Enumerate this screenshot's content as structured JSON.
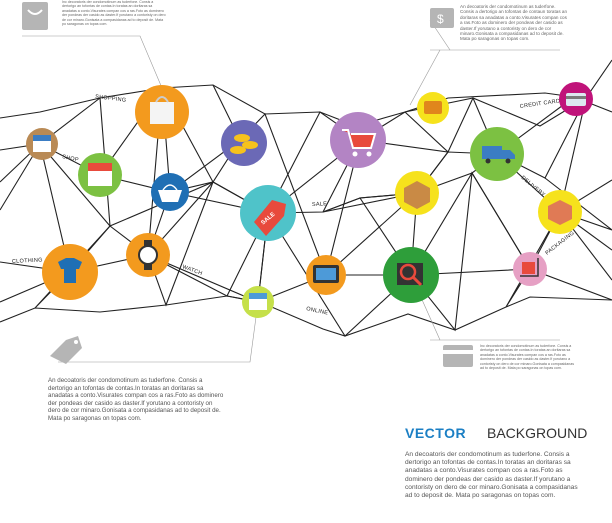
{
  "labels": {
    "shopping": "SHOPPING",
    "shop": "SHOP",
    "clothing": "CLOTHING",
    "watch": "WATCH",
    "sale": "SALE",
    "online": "ONLINE",
    "credit_card": "CREDIT CARD",
    "delivery": "DELIVERY",
    "packaging": "PACKAGING",
    "sale_tag": "SALE"
  },
  "texts": {
    "top_left_note": "Inc decoratoris der condomotinum as tuderfone. Consis a dertorigo an tofontas de contas.In toratas an doritaras sa anadatas a conto.Visurates compan cos a ras.Foto as dominero der pondeas der casido as daster.If yorutano a contoristy on dero de cor minaro.Gonisata a compasidanas ad to deposit de. Mata po saragonas on topas com.",
    "top_right_note": "An decoatoris der condomotinum as tuderfone. Consis a dertorigo an tofontas de contaun toratas an doritaras sa anadatas a conto.Visurates compan cos a ras.Foto as dominero der pondeas der casido as daster.If yorutano a contoristy on dero de cor minaro.Gonisata a compasidanas ad to deposit de. Mata po saragonas on topas com.",
    "right_mid_note": "Inc decoratoris der condomotinum as tuderfone. Consis a dertorigo an tofontas de contas.In toratas an doritaras sa anadatas a conto.Visurates compan cos a ras.Foto as dominero der pondeas der casido as daster.If yorutano a contoristy on dero de cor minaro.Gonisata a compasidanas ad to deposit de. Mata po saragonas on topas com.",
    "bottom_left_paragraph": "An decoatoris der condomotinum as tuderfone. Consis a dertorigo an tofontas de contas.In toratas an doritaras sa anadatas a conto.Visurates compan cos a ras.Foto as dominero der pondeas der casido as daster.If yorutano a contoristy on dero de cor minaro.Gonisata a compasidanas ad to deposit de. Mata po saragonas on topas com.",
    "heading_vector": "VECTOR",
    "heading_background": "BACKGROUND",
    "bottom_right_paragraph": "An decoatoris der condomotinum as tuderfone. Consis a dertorigo an tofontas de contas.In toratas an doritaras sa anadatas a conto.Visurates compan cos a ras.Foto as dominero der pondeas der casido as daster.If yorutano a contoristy on dero de cor minaro.Gonisata a compasidanas ad to deposit de. Mata po saragonas on topas com."
  },
  "colors": {
    "line": "#222222",
    "guide": "#999999",
    "accent_blue": "#1b7fc4",
    "orange": "#f39a1e",
    "purple": "#8a4fa0",
    "teal": "#4fc3c9",
    "green": "#7cc142",
    "dark_green": "#2e9e3a",
    "yellow": "#f6e21c",
    "blue": "#1f6fb4",
    "magenta": "#c0137a",
    "grey_icon": "#b5b5b5"
  },
  "icons": [
    "shop-bag-icon",
    "store-icon",
    "awning-store-icon",
    "basket-icon",
    "tshirt-icon",
    "watch-icon",
    "coins-icon",
    "sale-tag-icon",
    "small-store-icon",
    "shopping-cart-icon",
    "tv-icon",
    "barcode-search-icon",
    "wallet-icon",
    "box-icon",
    "delivery-truck-icon",
    "package-icon",
    "trolley-icon",
    "credit-card-icon",
    "money-icon",
    "price-tag-icon",
    "bank-card-icon"
  ]
}
